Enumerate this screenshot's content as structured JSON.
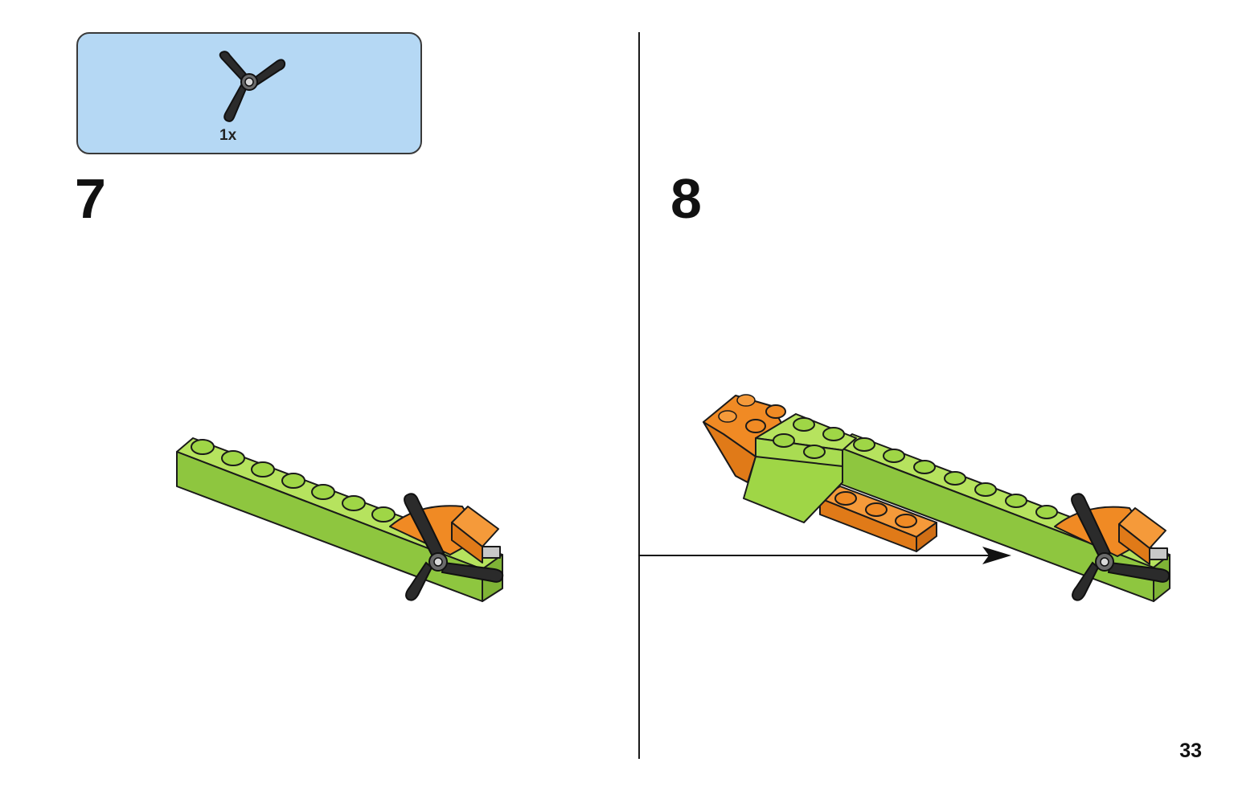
{
  "parts_box": {
    "quantity_label": "1x",
    "part_icon": "propeller-3-blade-icon"
  },
  "steps": [
    {
      "number": "7"
    },
    {
      "number": "8"
    }
  ],
  "page_number": "33",
  "colors": {
    "parts_box_bg": "#b5d8f4",
    "lime_green": "#9fd646",
    "orange": "#f08a24",
    "black": "#2b2b2b"
  }
}
